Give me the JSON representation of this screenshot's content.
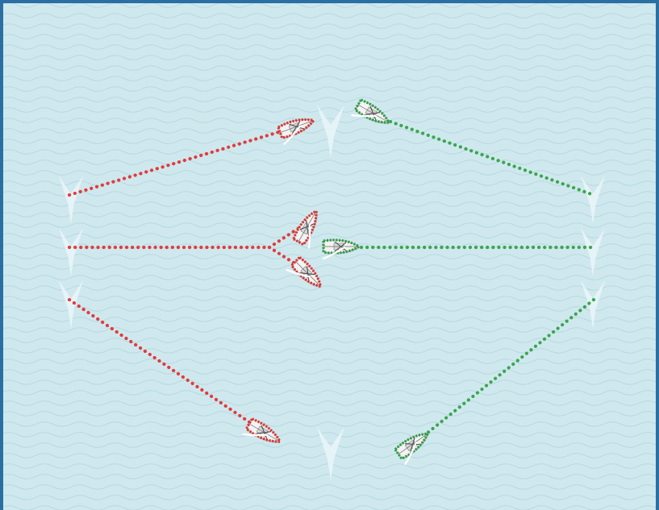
{
  "colors": {
    "frame": "#2a6fa3",
    "water": "#cfe8ee",
    "wave": "#b2d7e0",
    "wind_arrow": "#eaf6f9",
    "red_boat": "#e0322f",
    "green_boat": "#2e9e45",
    "red_track": "#e23b3b",
    "green_track": "#3aa64d",
    "hull": "#f3f3f3",
    "sail": "#ffffff"
  },
  "diagram": {
    "wind_arrows": [
      {
        "name": "wind-arrow-top-center"
      },
      {
        "name": "wind-arrow-bottom-center"
      },
      {
        "name": "wind-arrow-left-1"
      },
      {
        "name": "wind-arrow-left-2"
      },
      {
        "name": "wind-arrow-left-3"
      },
      {
        "name": "wind-arrow-right-1"
      },
      {
        "name": "wind-arrow-right-2"
      },
      {
        "name": "wind-arrow-right-3"
      }
    ],
    "tracks": [
      {
        "name": "red-track-top",
        "color": "red"
      },
      {
        "name": "red-track-middle",
        "color": "red"
      },
      {
        "name": "red-track-middle-branch-up",
        "color": "red"
      },
      {
        "name": "red-track-middle-branch-down",
        "color": "red"
      },
      {
        "name": "red-track-bottom",
        "color": "red"
      },
      {
        "name": "green-track-top",
        "color": "green"
      },
      {
        "name": "green-track-middle",
        "color": "green"
      },
      {
        "name": "green-track-bottom",
        "color": "green"
      }
    ],
    "boats": [
      {
        "name": "red-boat-top",
        "color": "red"
      },
      {
        "name": "red-boat-middle-upper",
        "color": "red"
      },
      {
        "name": "red-boat-middle-lower",
        "color": "red"
      },
      {
        "name": "red-boat-bottom",
        "color": "red"
      },
      {
        "name": "green-boat-top",
        "color": "green"
      },
      {
        "name": "green-boat-middle",
        "color": "green"
      },
      {
        "name": "green-boat-bottom",
        "color": "green"
      }
    ]
  }
}
